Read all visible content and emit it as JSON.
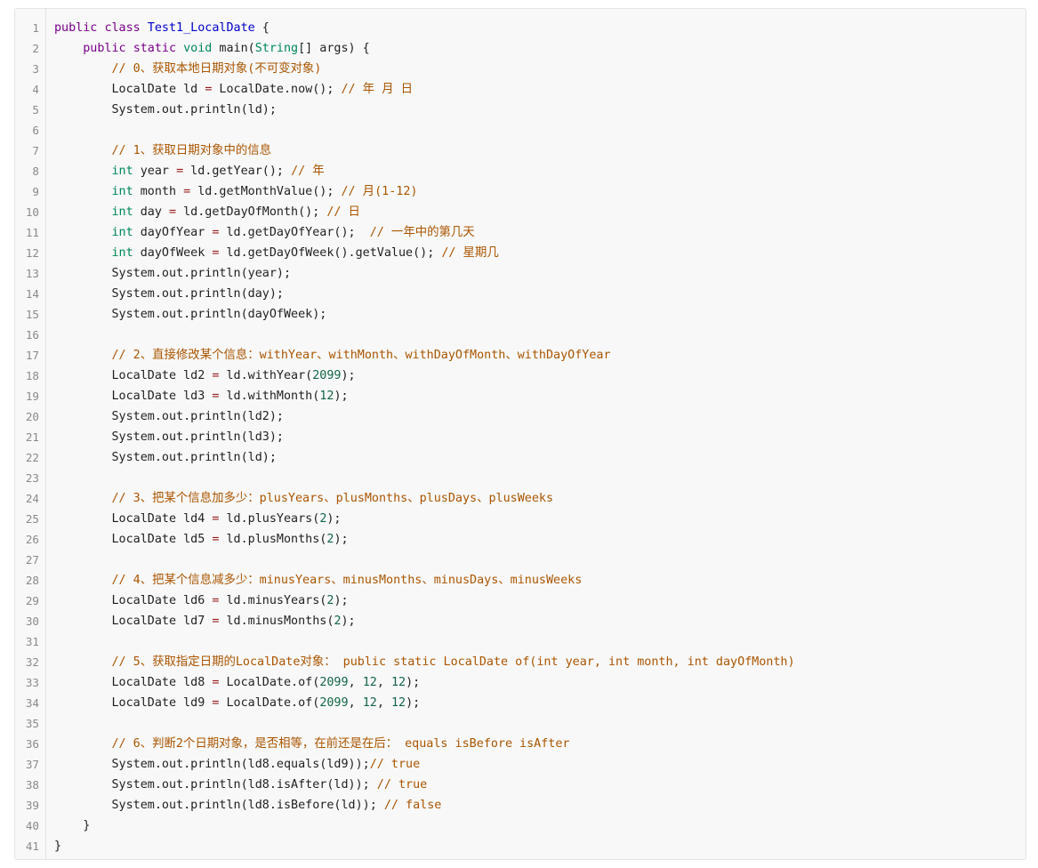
{
  "code": {
    "lines": [
      [
        {
          "c": "kw",
          "t": "public"
        },
        {
          "c": "pl",
          "t": " "
        },
        {
          "c": "kw",
          "t": "class"
        },
        {
          "c": "pl",
          "t": " "
        },
        {
          "c": "cls",
          "t": "Test1_LocalDate"
        },
        {
          "c": "pl",
          "t": " {"
        }
      ],
      [
        {
          "c": "pl",
          "t": "    "
        },
        {
          "c": "kw",
          "t": "public"
        },
        {
          "c": "pl",
          "t": " "
        },
        {
          "c": "kw",
          "t": "static"
        },
        {
          "c": "pl",
          "t": " "
        },
        {
          "c": "ty",
          "t": "void"
        },
        {
          "c": "pl",
          "t": " main("
        },
        {
          "c": "ty",
          "t": "String"
        },
        {
          "c": "pl",
          "t": "[] args) {"
        }
      ],
      [
        {
          "c": "pl",
          "t": "        "
        },
        {
          "c": "cm",
          "t": "// 0、获取本地日期对象(不可变对象)"
        }
      ],
      [
        {
          "c": "pl",
          "t": "        LocalDate ld "
        },
        {
          "c": "op",
          "t": "="
        },
        {
          "c": "pl",
          "t": " LocalDate.now(); "
        },
        {
          "c": "cm",
          "t": "// 年 月 日"
        }
      ],
      [
        {
          "c": "pl",
          "t": "        System.out.println(ld);"
        }
      ],
      [],
      [
        {
          "c": "pl",
          "t": "        "
        },
        {
          "c": "cm",
          "t": "// 1、获取日期对象中的信息"
        }
      ],
      [
        {
          "c": "pl",
          "t": "        "
        },
        {
          "c": "ty",
          "t": "int"
        },
        {
          "c": "pl",
          "t": " year "
        },
        {
          "c": "op",
          "t": "="
        },
        {
          "c": "pl",
          "t": " ld.getYear(); "
        },
        {
          "c": "cm",
          "t": "// 年"
        }
      ],
      [
        {
          "c": "pl",
          "t": "        "
        },
        {
          "c": "ty",
          "t": "int"
        },
        {
          "c": "pl",
          "t": " month "
        },
        {
          "c": "op",
          "t": "="
        },
        {
          "c": "pl",
          "t": " ld.getMonthValue(); "
        },
        {
          "c": "cm",
          "t": "// 月(1-12)"
        }
      ],
      [
        {
          "c": "pl",
          "t": "        "
        },
        {
          "c": "ty",
          "t": "int"
        },
        {
          "c": "pl",
          "t": " day "
        },
        {
          "c": "op",
          "t": "="
        },
        {
          "c": "pl",
          "t": " ld.getDayOfMonth(); "
        },
        {
          "c": "cm",
          "t": "// 日"
        }
      ],
      [
        {
          "c": "pl",
          "t": "        "
        },
        {
          "c": "ty",
          "t": "int"
        },
        {
          "c": "pl",
          "t": " dayOfYear "
        },
        {
          "c": "op",
          "t": "="
        },
        {
          "c": "pl",
          "t": " ld.getDayOfYear();  "
        },
        {
          "c": "cm",
          "t": "// 一年中的第几天"
        }
      ],
      [
        {
          "c": "pl",
          "t": "        "
        },
        {
          "c": "ty",
          "t": "int"
        },
        {
          "c": "pl",
          "t": " dayOfWeek "
        },
        {
          "c": "op",
          "t": "="
        },
        {
          "c": "pl",
          "t": " ld.getDayOfWeek().getValue(); "
        },
        {
          "c": "cm",
          "t": "// 星期几"
        }
      ],
      [
        {
          "c": "pl",
          "t": "        System.out.println(year);"
        }
      ],
      [
        {
          "c": "pl",
          "t": "        System.out.println(day);"
        }
      ],
      [
        {
          "c": "pl",
          "t": "        System.out.println(dayOfWeek);"
        }
      ],
      [],
      [
        {
          "c": "pl",
          "t": "        "
        },
        {
          "c": "cm",
          "t": "// 2、直接修改某个信息：withYear、withMonth、withDayOfMonth、withDayOfYear"
        }
      ],
      [
        {
          "c": "pl",
          "t": "        LocalDate ld2 "
        },
        {
          "c": "op",
          "t": "="
        },
        {
          "c": "pl",
          "t": " ld.withYear("
        },
        {
          "c": "num",
          "t": "2099"
        },
        {
          "c": "pl",
          "t": ");"
        }
      ],
      [
        {
          "c": "pl",
          "t": "        LocalDate ld3 "
        },
        {
          "c": "op",
          "t": "="
        },
        {
          "c": "pl",
          "t": " ld.withMonth("
        },
        {
          "c": "num",
          "t": "12"
        },
        {
          "c": "pl",
          "t": ");"
        }
      ],
      [
        {
          "c": "pl",
          "t": "        System.out.println(ld2);"
        }
      ],
      [
        {
          "c": "pl",
          "t": "        System.out.println(ld3);"
        }
      ],
      [
        {
          "c": "pl",
          "t": "        System.out.println(ld);"
        }
      ],
      [],
      [
        {
          "c": "pl",
          "t": "        "
        },
        {
          "c": "cm",
          "t": "// 3、把某个信息加多少：plusYears、plusMonths、plusDays、plusWeeks"
        }
      ],
      [
        {
          "c": "pl",
          "t": "        LocalDate ld4 "
        },
        {
          "c": "op",
          "t": "="
        },
        {
          "c": "pl",
          "t": " ld.plusYears("
        },
        {
          "c": "num",
          "t": "2"
        },
        {
          "c": "pl",
          "t": ");"
        }
      ],
      [
        {
          "c": "pl",
          "t": "        LocalDate ld5 "
        },
        {
          "c": "op",
          "t": "="
        },
        {
          "c": "pl",
          "t": " ld.plusMonths("
        },
        {
          "c": "num",
          "t": "2"
        },
        {
          "c": "pl",
          "t": ");"
        }
      ],
      [],
      [
        {
          "c": "pl",
          "t": "        "
        },
        {
          "c": "cm",
          "t": "// 4、把某个信息减多少：minusYears、minusMonths、minusDays、minusWeeks"
        }
      ],
      [
        {
          "c": "pl",
          "t": "        LocalDate ld6 "
        },
        {
          "c": "op",
          "t": "="
        },
        {
          "c": "pl",
          "t": " ld.minusYears("
        },
        {
          "c": "num",
          "t": "2"
        },
        {
          "c": "pl",
          "t": ");"
        }
      ],
      [
        {
          "c": "pl",
          "t": "        LocalDate ld7 "
        },
        {
          "c": "op",
          "t": "="
        },
        {
          "c": "pl",
          "t": " ld.minusMonths("
        },
        {
          "c": "num",
          "t": "2"
        },
        {
          "c": "pl",
          "t": ");"
        }
      ],
      [],
      [
        {
          "c": "pl",
          "t": "        "
        },
        {
          "c": "cm",
          "t": "// 5、获取指定日期的LocalDate对象： public static LocalDate of(int year, int month, int dayOfMonth)"
        }
      ],
      [
        {
          "c": "pl",
          "t": "        LocalDate ld8 "
        },
        {
          "c": "op",
          "t": "="
        },
        {
          "c": "pl",
          "t": " LocalDate.of("
        },
        {
          "c": "num",
          "t": "2099"
        },
        {
          "c": "pl",
          "t": ", "
        },
        {
          "c": "num",
          "t": "12"
        },
        {
          "c": "pl",
          "t": ", "
        },
        {
          "c": "num",
          "t": "12"
        },
        {
          "c": "pl",
          "t": ");"
        }
      ],
      [
        {
          "c": "pl",
          "t": "        LocalDate ld9 "
        },
        {
          "c": "op",
          "t": "="
        },
        {
          "c": "pl",
          "t": " LocalDate.of("
        },
        {
          "c": "num",
          "t": "2099"
        },
        {
          "c": "pl",
          "t": ", "
        },
        {
          "c": "num",
          "t": "12"
        },
        {
          "c": "pl",
          "t": ", "
        },
        {
          "c": "num",
          "t": "12"
        },
        {
          "c": "pl",
          "t": ");"
        }
      ],
      [],
      [
        {
          "c": "pl",
          "t": "        "
        },
        {
          "c": "cm",
          "t": "// 6、判断2个日期对象，是否相等，在前还是在后： equals isBefore isAfter"
        }
      ],
      [
        {
          "c": "pl",
          "t": "        System.out.println(ld8.equals(ld9));"
        },
        {
          "c": "cm",
          "t": "// true"
        }
      ],
      [
        {
          "c": "pl",
          "t": "        System.out.println(ld8.isAfter(ld)); "
        },
        {
          "c": "cm",
          "t": "// true"
        }
      ],
      [
        {
          "c": "pl",
          "t": "        System.out.println(ld8.isBefore(ld)); "
        },
        {
          "c": "cm",
          "t": "// false"
        }
      ],
      [
        {
          "c": "pl",
          "t": "    }"
        }
      ],
      [
        {
          "c": "pl",
          "t": "}"
        }
      ]
    ]
  },
  "colors": {
    "keyword": "#770088",
    "type": "#008855",
    "class_name": "#0000cc",
    "comment": "#aa5500",
    "number": "#116644",
    "operator": "#981a1a",
    "line_number": "#8a8a8a",
    "background": "#f8f8f8"
  }
}
